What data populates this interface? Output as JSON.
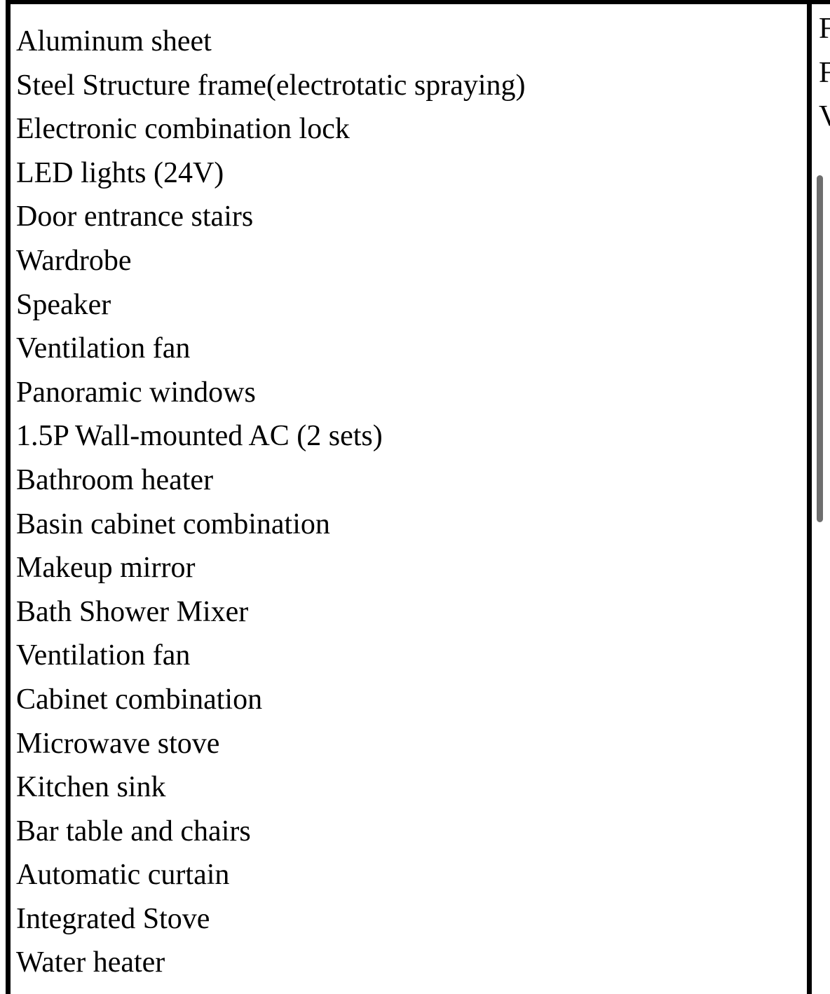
{
  "items": [
    "Aluminum sheet",
    "Steel Structure frame(electrotatic spraying)",
    "Electronic combination lock",
    "LED lights (24V)",
    "Door entrance stairs",
    "Wardrobe",
    "Speaker",
    "Ventilation fan",
    "Panoramic windows",
    "1.5P Wall-mounted AC (2 sets)",
    "Bathroom heater",
    "Basin cabinet combination",
    "Makeup mirror",
    "Bath Shower Mixer",
    "Ventilation fan",
    "Cabinet combination",
    "Microwave stove",
    "Kitchen sink",
    "Bar table and chairs",
    "Automatic curtain",
    "Integrated Stove",
    "Water heater"
  ],
  "right_column_fragments": [
    "F",
    "F",
    "V"
  ]
}
